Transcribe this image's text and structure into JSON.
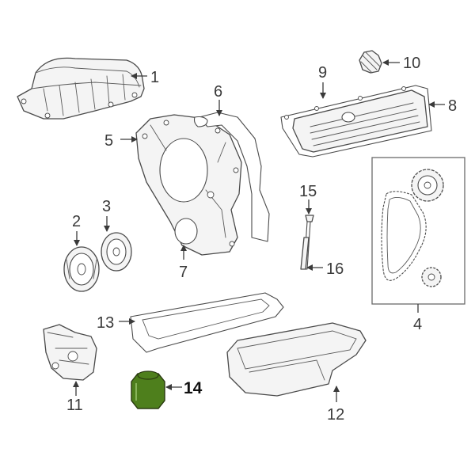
{
  "diagram": {
    "highlight_color": "#4e7f1c",
    "line_color": "#4a4a4a",
    "callouts": {
      "c1": "1",
      "c2": "2",
      "c3": "3",
      "c4": "4",
      "c5": "5",
      "c6": "6",
      "c7": "7",
      "c8": "8",
      "c9": "9",
      "c10": "10",
      "c11": "11",
      "c12": "12",
      "c13": "13",
      "c14": "14",
      "c15": "15",
      "c16": "16"
    }
  }
}
